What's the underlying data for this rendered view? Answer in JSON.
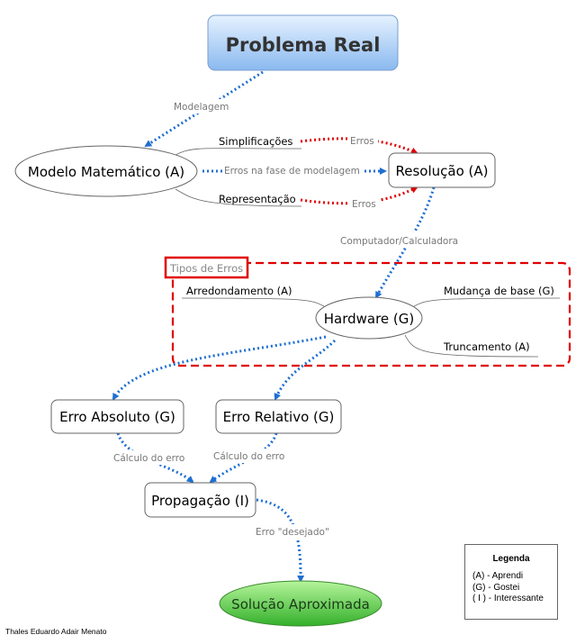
{
  "nodes": {
    "problema_real": "Problema Real",
    "modelo_matematico": "Modelo Matemático (A)",
    "resolucao": "Resolução (A)",
    "hardware": "Hardware (G)",
    "erro_absoluto": "Erro Absoluto (G)",
    "erro_relativo": "Erro Relativo (G)",
    "propagacao": "Propagação (I)",
    "solucao": "Solução Aproximada"
  },
  "branches": {
    "simplificacoes": "Simplificações",
    "representacao": "Representação",
    "arredondamento": "Arredondamento (A)",
    "mudanca_base": "Mudança de base (G)",
    "truncamento": "Truncamento (A)"
  },
  "edges": {
    "modelagem": "Modelagem",
    "erros_simplificacoes": "Erros",
    "erros_fase_modelagem": "Erros na fase de modelagem",
    "erros_representacao": "Erros",
    "computador": "Computador/Calculadora",
    "calculo_erro_1": "Cálculo do erro",
    "calculo_erro_2": "Cálculo do erro",
    "erro_desejado": "Erro \"desejado\""
  },
  "group": {
    "label": "Tipos de Erros",
    "color": "#e00000"
  },
  "legend": {
    "title": "Legenda",
    "items": [
      "(A) - Aprendi",
      "(G) - Gostei",
      "( I ) - Interessante"
    ]
  },
  "author": "Thales Eduardo Adair Menato",
  "colors": {
    "blue_arrow": "#1f6fd1",
    "red_arrow": "#e00000",
    "title_fill_top": "#d9ebff",
    "title_fill_bottom": "#8dbcf0",
    "green_fill_top": "#a8f090",
    "green_fill_bottom": "#38b830"
  }
}
